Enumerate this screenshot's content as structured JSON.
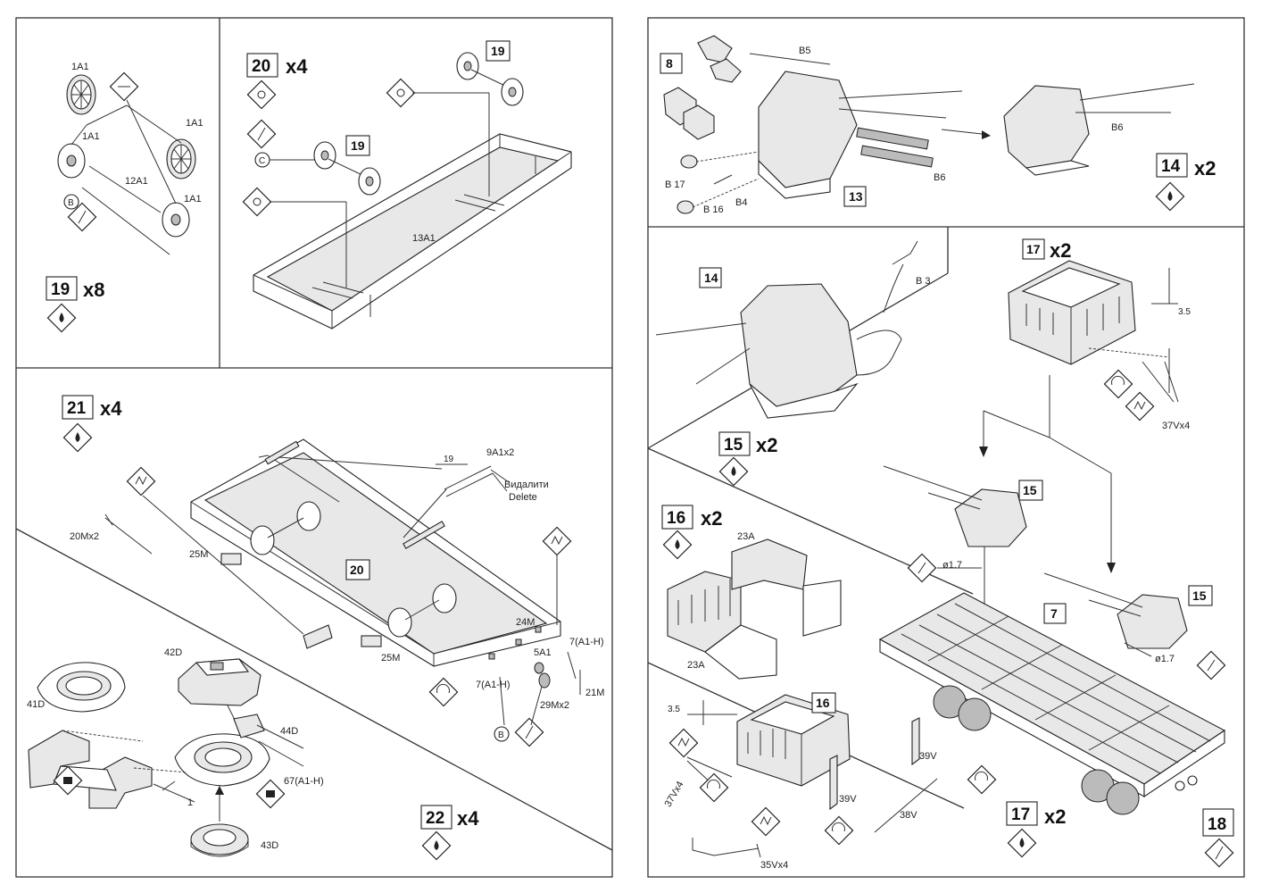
{
  "steps": [
    {
      "num": "19",
      "mult": "x8"
    },
    {
      "num": "20",
      "mult": "x4"
    },
    {
      "num": "21",
      "mult": "x4"
    },
    {
      "num": "22",
      "mult": "x4"
    },
    {
      "num": "14",
      "mult": "x2"
    },
    {
      "num": "15",
      "mult": "x2"
    },
    {
      "num": "16",
      "mult": "x2"
    },
    {
      "num": "17",
      "mult": "x2"
    },
    {
      "num": "17",
      "mult": "x2"
    },
    {
      "num": "18",
      "mult": ""
    }
  ],
  "refs": {
    "r19a": "19",
    "r19b": "19",
    "r20": "20",
    "r8": "8",
    "r13": "13",
    "r14": "14",
    "r15a": "15",
    "r15b": "15",
    "r16": "16",
    "r7": "7"
  },
  "labels": {
    "s19_1a1_top": "1A1",
    "s19_1a1_mid": "1A1",
    "s19_1a1_right": "1A1",
    "s19_1a1_bottom": "1A1",
    "s19_12a1": "12A1",
    "s19_b": "B",
    "s20_c": "C",
    "s20_13a1": "13A1",
    "s21_20mx2": "20Mx2",
    "s21_25m_top": "25M",
    "s21_25m_bottom": "25M",
    "s21_9a1x2": "9A1x2",
    "s21_19": "19",
    "s21_delete_ua": "Видалити",
    "s21_delete": "Delete",
    "s21_24m": "24M",
    "s21_7ah_right": "7(A1-H)",
    "s21_5a1": "5A1",
    "s21_7ah_left": "7(A1-H)",
    "s21_21m": "21M",
    "s21_29mx2": "29Mx2",
    "s21_b": "B",
    "s22_42d": "42D",
    "s22_41d": "41D",
    "s22_44d": "44D",
    "s22_67ah": "67(A1-H)",
    "s22_43d": "43D",
    "s22_1": "1",
    "s14_b5": "B5",
    "s14_b17": "B 17",
    "s14_b16": "B 16",
    "s14_b4": "B4",
    "s14_b6_left": "B6",
    "s14_b6_right": "B6",
    "s15_b3": "B 3",
    "s17_35": "3.5",
    "s17_37vx4": "37Vx4",
    "s16_23a_top": "23A",
    "s16_23a_bottom": "23A",
    "s16_35": "3.5",
    "s16_37vx4": "37Vx4",
    "s16_39v_right": "39V",
    "s16_39v_left": "39V",
    "s16_38v": "38V",
    "s16_35vx4": "35Vx4",
    "s18_d17_left": "ø1.7",
    "s18_d17_right": "ø1.7"
  },
  "icon_names": [
    "glue-drop-icon",
    "cement-icon",
    "cut-icon",
    "bend-icon",
    "hand-shaping-icon",
    "flip-icon",
    "sprue-cutter-icon",
    "paint-icon"
  ]
}
